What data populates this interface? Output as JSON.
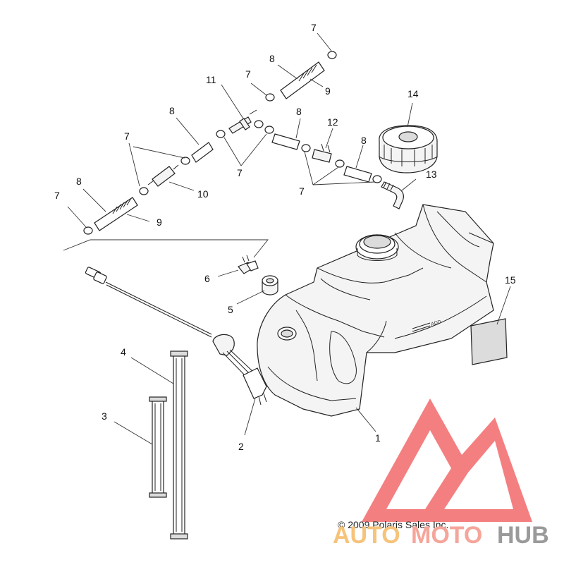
{
  "callouts": {
    "c1": "1",
    "c2": "2",
    "c3": "3",
    "c4": "4",
    "c5": "5",
    "c6": "6",
    "c7a": "7",
    "c7b": "7",
    "c7c": "7",
    "c7d": "7",
    "c7e": "7",
    "c7f": "7",
    "c8a": "8",
    "c8b": "8",
    "c8c": "8",
    "c8d": "8",
    "c9a": "9",
    "c9b": "9",
    "c10": "10",
    "c11": "11",
    "c12": "12",
    "c13": "13",
    "c14": "14",
    "c15": "15"
  },
  "copyright": "© 2009 Polaris Sales Inc.",
  "watermark": {
    "auto": "AUTO",
    "moto": "MOTO",
    "hub": "HUB",
    "colors": {
      "auto": "#f6c37a",
      "moto": "#f5a59a",
      "hub": "#9a9a9a",
      "logo": "#f2696a"
    }
  }
}
